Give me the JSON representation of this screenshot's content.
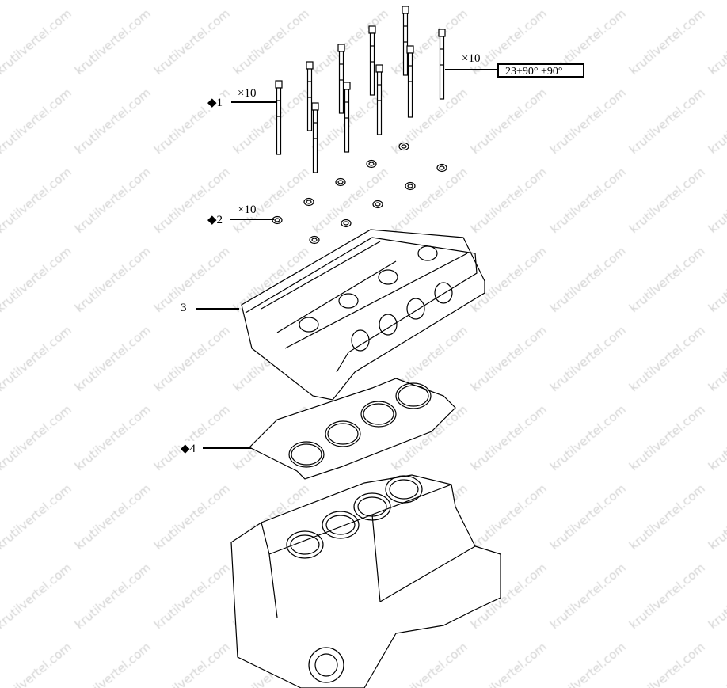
{
  "watermark": "krutilvertel.com",
  "callouts": [
    {
      "id": "1",
      "marker": "◆1",
      "qty": "×10"
    },
    {
      "id": "2",
      "marker": "◆2",
      "qty": "×10"
    },
    {
      "id": "3",
      "marker": "3"
    },
    {
      "id": "4",
      "marker": "◆4"
    }
  ],
  "bolt_qty": "×10",
  "torque_spec": "23+90°  +90°"
}
